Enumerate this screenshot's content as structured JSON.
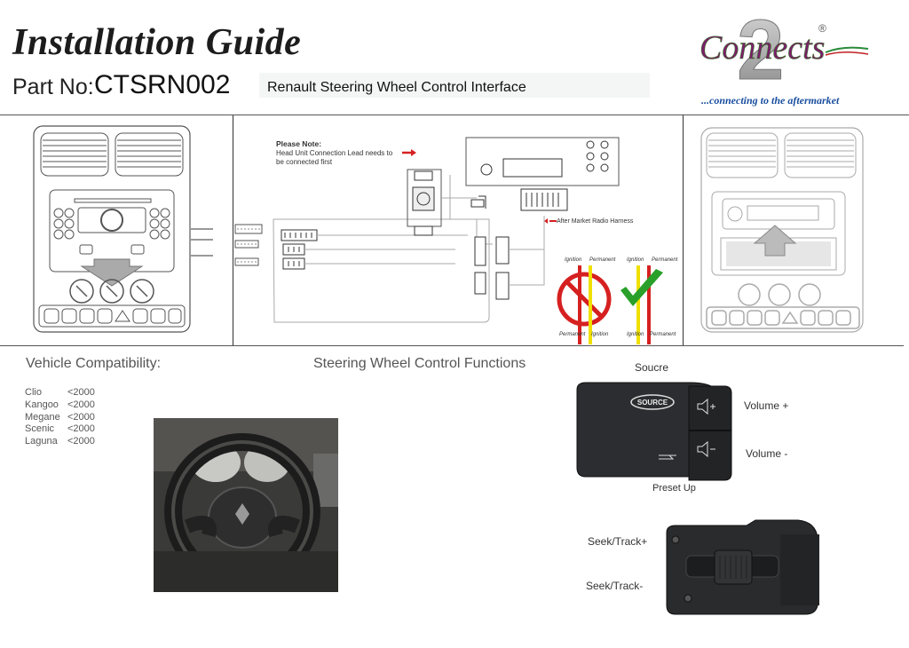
{
  "header": {
    "title": "Installation Guide",
    "part_label": "Part No:",
    "part_number": "CTSRN002",
    "subtitle": "Renault Steering Wheel Control Interface"
  },
  "logo": {
    "number": "2",
    "word": "Connects",
    "registered": "®",
    "tagline": "...connecting to the aftermarket"
  },
  "diagram": {
    "note_title": "Please Note:",
    "note_text": [
      "Head Unit Connection Lead needs to",
      "be connected first"
    ],
    "harness_label": "After Market Radio Harness",
    "ignition": "Ignition",
    "permanent": "Permanent",
    "colors": {
      "red": "#d62020",
      "yellow": "#f0e000",
      "green": "#2aa02a"
    }
  },
  "compatibility": {
    "heading": "Vehicle Compatibility:",
    "vehicles": [
      {
        "model": "Clio",
        "year": "<2000"
      },
      {
        "model": "Kangoo",
        "year": "<2000"
      },
      {
        "model": "Megane",
        "year": "<2000"
      },
      {
        "model": "Scenic",
        "year": "<2000"
      },
      {
        "model": "Laguna",
        "year": "<2000"
      }
    ]
  },
  "functions": {
    "heading": "Steering Wheel Control Functions",
    "source": "Soucre",
    "source_button": "SOURCE",
    "volume_up": "Volume +",
    "volume_down": "Volume -",
    "preset_up": "Preset Up",
    "seek_up": "Seek/Track+",
    "seek_down": "Seek/Track-"
  }
}
